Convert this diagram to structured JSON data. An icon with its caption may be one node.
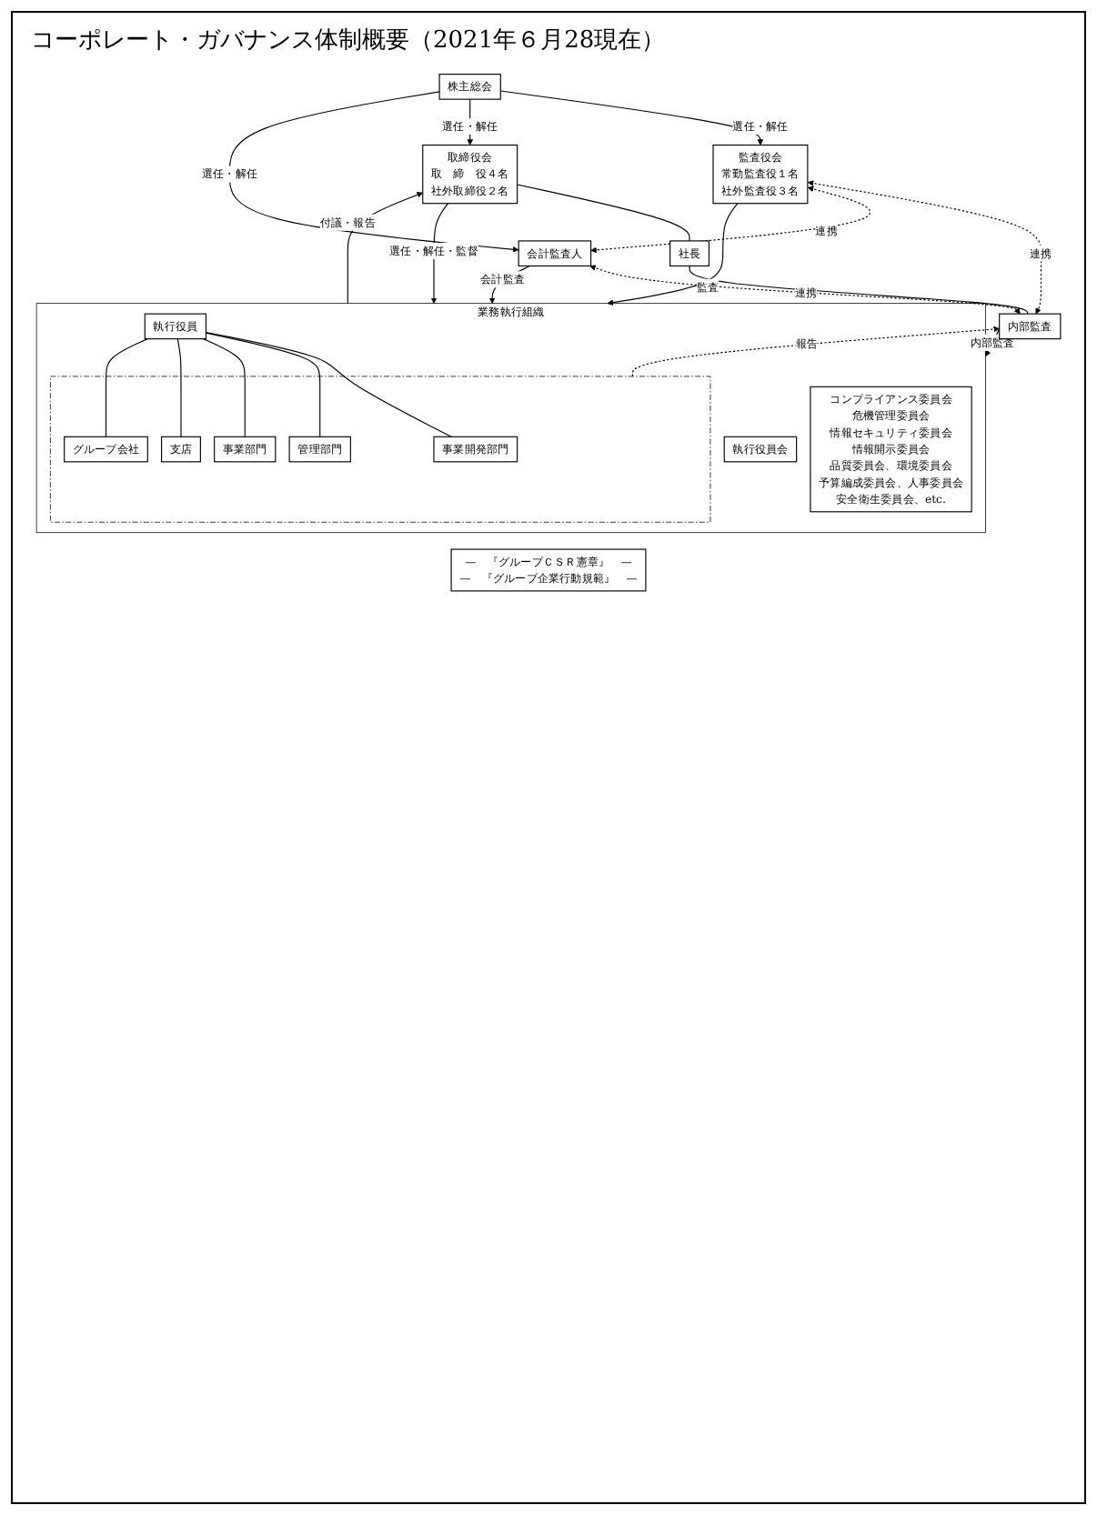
{
  "diagram": {
    "title": "コーポレート・ガバナンス体制概要（2021年６月28現在）",
    "nodes": [
      {
        "text": [
          "株主総会"
        ]
      },
      {
        "text": [
          "監査役会",
          "常勤監査役１名",
          "社外監査役３名"
        ]
      },
      {
        "text": [
          "取締役会",
          "取　締　役４名",
          "社外取締役２名"
        ]
      },
      {
        "text": [
          "会計監査人"
        ]
      },
      {
        "text": [
          "社長"
        ]
      },
      {
        "text": [
          "内部監査"
        ]
      },
      {
        "text": [
          "業務執行組織"
        ]
      },
      {
        "text": [
          "執行役員会"
        ],
        "in": 6
      },
      {
        "text": [
          "執行役員"
        ],
        "in": 6
      },
      {
        "text": [],
        "shape": "box",
        "in": 6
      },
      {
        "text": [
          "事業開発部門"
        ],
        "in": 9
      },
      {
        "text": [
          "管理部門"
        ],
        "in": 9
      },
      {
        "text": [
          "事業部門"
        ],
        "in": 9
      },
      {
        "text": [
          "支店"
        ],
        "in": 9
      },
      {
        "text": [
          "グループ会社"
        ],
        "in": 9
      },
      {
        "text": [
          "コンプライアンス委員会",
          "危機管理委員会",
          "情報セキュリティ委員会",
          "情報開示委員会",
          "品質委員会、環境委員会",
          "予算編成委員会、人事委員会",
          "安全衛生委員会、etc."
        ],
        "in": 6
      },
      {
        "text": [
          "—　『グループＣＳＲ憲章』　—",
          "—　『グループ企業行動規範』　—"
        ]
      }
    ],
    "edges": [
      {
        "from": 0,
        "to": 1,
        "arrow": "to",
        "label": "選任・解任"
      },
      {
        "from": 0,
        "to": 2,
        "arrow": "to",
        "label": "選任・解任"
      },
      {
        "from": 0,
        "to": 3,
        "arrow": "to",
        "label": "選任・解任"
      },
      {
        "from": 1,
        "to": 6,
        "arrow": "to",
        "label": "監査"
      },
      {
        "from": 1,
        "to": 5,
        "arrow": "both",
        "label": "連携",
        "style": "dashed"
      },
      {
        "from": 1,
        "to": 3,
        "arrow": "both",
        "label": "連携",
        "style": "dashed"
      },
      {
        "from": 3,
        "to": 5,
        "arrow": "both",
        "label": "連携",
        "style": "dashed"
      },
      {
        "from": 2,
        "to": 4,
        "arrow": "none"
      },
      {
        "from": 4,
        "to": 5,
        "arrow": "none"
      },
      {
        "from": 5,
        "to": 6,
        "arrow": "to",
        "label": "内部監査"
      },
      {
        "from": 9,
        "to": 5,
        "arrow": "to",
        "label": "報告",
        "style": "dashed"
      },
      {
        "from": 2,
        "to": 6,
        "arrow": "to",
        "label": "選任・解任・監督"
      },
      {
        "from": 6,
        "to": 2,
        "arrow": "to",
        "label": "付議・報告"
      },
      {
        "from": 3,
        "to": 6,
        "arrow": "to",
        "label": "会計監査"
      },
      {
        "from": 8,
        "to": 10,
        "arrow": "none"
      },
      {
        "from": 8,
        "to": 11,
        "arrow": "none"
      },
      {
        "from": 8,
        "to": 12,
        "arrow": "none"
      },
      {
        "from": 8,
        "to": 13,
        "arrow": "none"
      },
      {
        "from": 8,
        "to": 14,
        "arrow": "none"
      }
    ]
  }
}
